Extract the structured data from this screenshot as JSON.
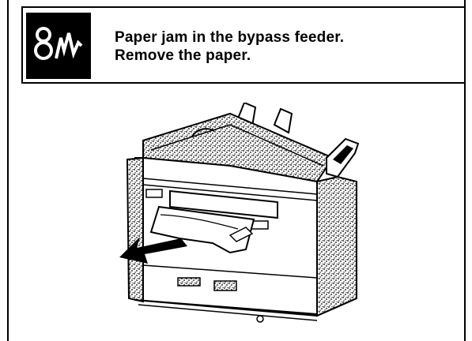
{
  "alert": {
    "icon": "paper-jam-code-icon",
    "line1": "Paper jam in the bypass feeder.",
    "line2": "Remove the paper."
  },
  "illustration": {
    "name": "printer-bypass-feeder-jam-illustration"
  },
  "colors": {
    "foreground": "#000000",
    "background": "#ffffff"
  }
}
